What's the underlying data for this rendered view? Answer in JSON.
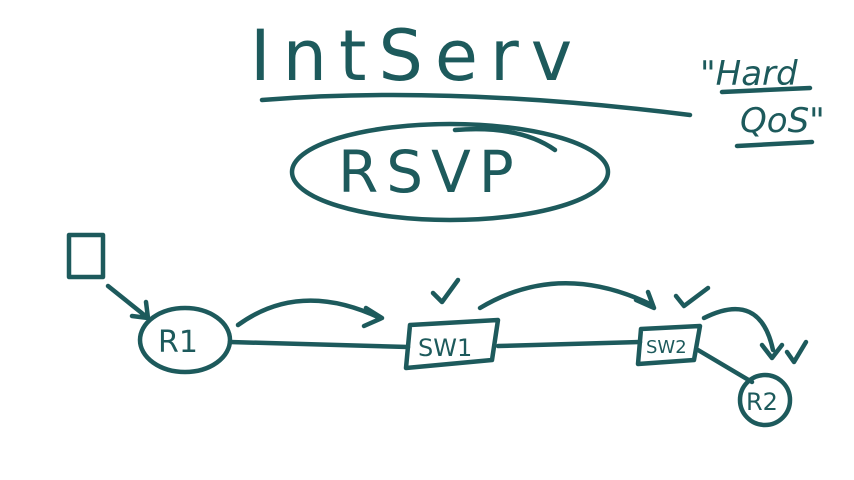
{
  "title": "IntServ",
  "protocol": "RSVP",
  "note_line1": "\"Hard",
  "note_line2": "QoS\"",
  "nodes": {
    "r1": "R1",
    "sw1": "SW1",
    "sw2": "SW2",
    "r2": "R2"
  },
  "ink_color": "#1d5a5c"
}
